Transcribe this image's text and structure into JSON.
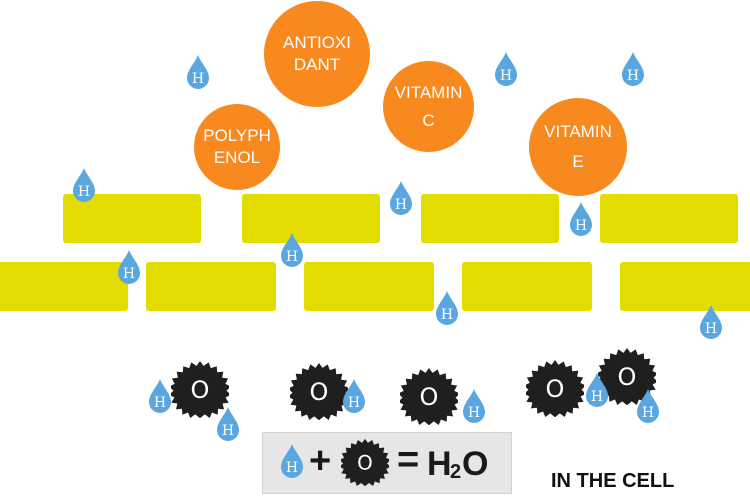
{
  "circles": [
    {
      "lines": [
        "ANTIOXI",
        "DANT"
      ]
    },
    {
      "lines": [
        "VITAMIN",
        "C"
      ]
    },
    {
      "lines": [
        "POLYPH",
        "ENOL"
      ]
    },
    {
      "lines": [
        "VITAMIN",
        "E"
      ]
    }
  ],
  "hydrogen_symbol": "H",
  "oxygen_symbol": "O",
  "equation": {
    "plus": "+",
    "equals": "=",
    "product_main": "H",
    "product_sub": "2",
    "product_end": "O"
  },
  "cell_label": "IN THE CELL",
  "colors": {
    "brick": "#e3dc00",
    "antioxidant": "#f7891f",
    "hydrogen_drop": "#5aa7e0",
    "radical": "#1f1f1f"
  }
}
